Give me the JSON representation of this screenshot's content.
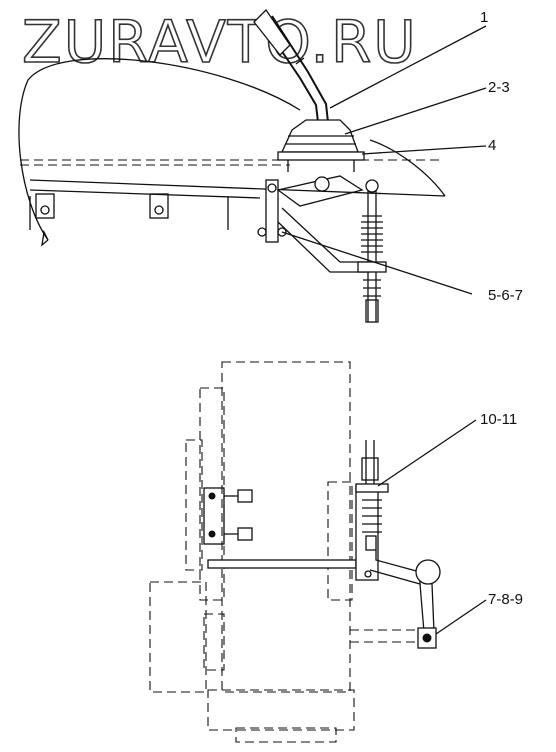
{
  "watermark": "ZURAVTO.RU",
  "callouts": {
    "c1": "1",
    "c2": "2-3",
    "c3": "4",
    "c4": "5-6-7",
    "c5": "10-11",
    "c6": "7-8-9"
  }
}
